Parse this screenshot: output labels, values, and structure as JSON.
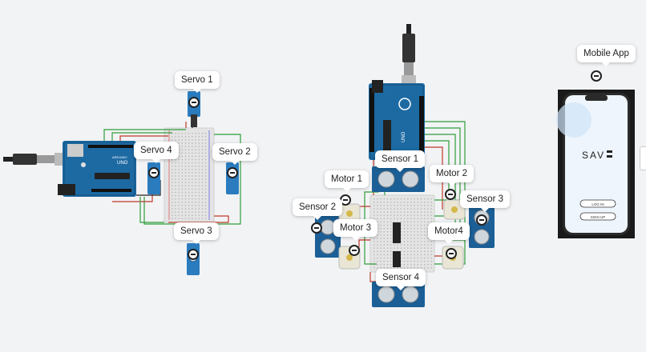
{
  "canvas": {
    "labels": {
      "servo_1": "Servo 1",
      "servo_2": "Servo 2",
      "servo_3": "Servo 3",
      "servo_4": "Servo 4",
      "sensor_1": "Sensor 1",
      "sensor_2": "Sensor 2",
      "sensor_3": "Sensor 3",
      "sensor_4": "Sensor 4",
      "motor_1": "Motor 1",
      "motor_2": "Motor 2",
      "motor_3": "Motor 3",
      "motor_4": "Motor4",
      "mobile_app": "Mobile App"
    },
    "board_text": {
      "uno": "UNO",
      "arduino": "ARDUINO"
    },
    "app_screen": {
      "logo": "SAV",
      "login": "LOG IN",
      "signup": "SIGN UP"
    }
  },
  "colors": {
    "background": "#f2f3f5",
    "arduino_blue": "#1d6aa3",
    "servo_blue": "#2a7cbf",
    "wire_green": "#2e9e3a",
    "wire_red": "#c0392b",
    "sensor_blue": "#1b5f96"
  }
}
